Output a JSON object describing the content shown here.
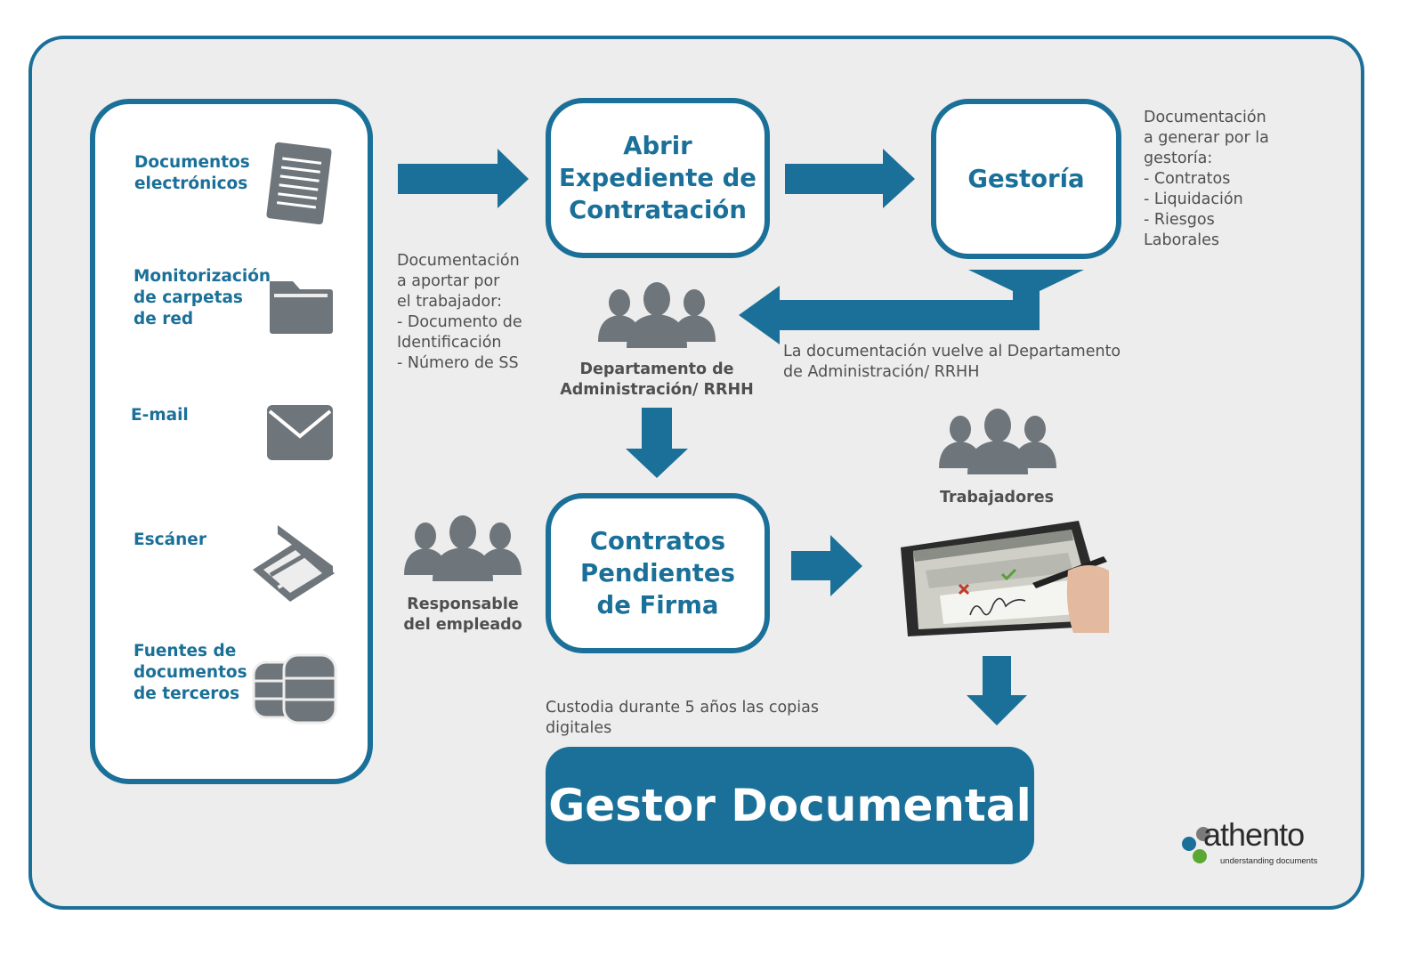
{
  "colors": {
    "accent": "#1a7098",
    "icon": "#6f767b",
    "background": "#ededed",
    "text": "#4f4f4f"
  },
  "sources": {
    "electronic_docs": {
      "label": "Documentos\nelectrónicos",
      "icon": "document-icon"
    },
    "network_folders": {
      "label": "Monitorización\nde carpetas\nde red",
      "icon": "folder-icon"
    },
    "email": {
      "label": "E-mail",
      "icon": "envelope-icon"
    },
    "scanner": {
      "label": "Escáner",
      "icon": "scanner-icon"
    },
    "third_party": {
      "label": "Fuentes de\ndocumentos\nde terceros",
      "icon": "database-icon"
    }
  },
  "stages": {
    "open_file": "Abrir\nExpediente de\nContratación",
    "agency": "Gestoría",
    "pending": "Contratos\nPendientes\nde Firma",
    "gestor": "Gestor Documental"
  },
  "notes": {
    "worker_docs": "Documentación\na aportar por\nel trabajador:\n- Documento de\n   Identificación\n- Número de SS",
    "agency_docs": "Documentación\na generar por la\ngestoría:\n- Contratos\n- Liquidación\n- Riesgos\n   Laborales",
    "return_docs": "La documentación vuelve al Departamento\nde Administración/ RRHH",
    "custody": "Custodia durante 5 años las copias\ndigitales"
  },
  "roles": {
    "admin": "Departamento de\nAdministración/ RRHH",
    "workers": "Trabajadores",
    "manager": "Responsable\ndel empleado"
  },
  "logo": {
    "name": "athento",
    "tagline": "understanding documents"
  }
}
